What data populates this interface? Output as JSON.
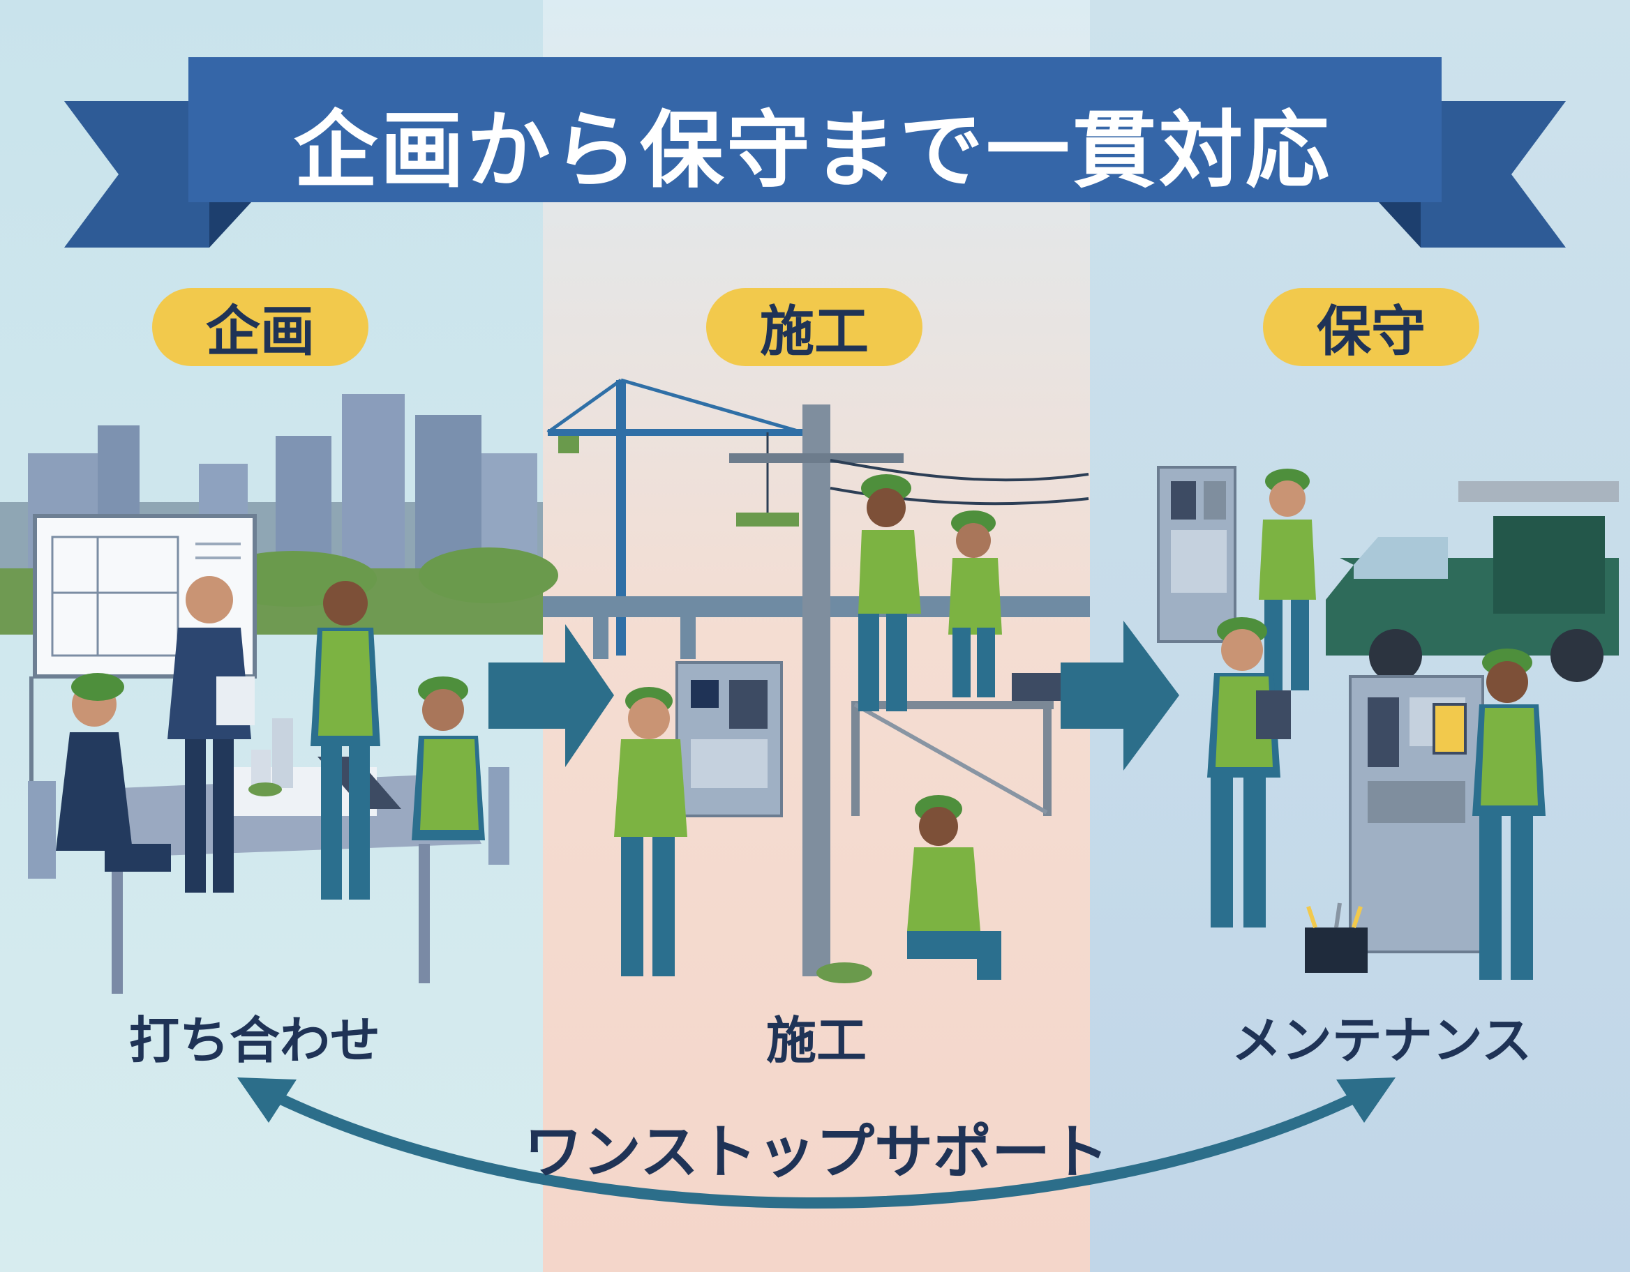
{
  "banner": {
    "title": "企画から保守まで一貫対応"
  },
  "stages": [
    {
      "badge": "企画",
      "caption": "打ち合わせ"
    },
    {
      "badge": "施工",
      "caption": "施工"
    },
    {
      "badge": "保守",
      "caption": "メンテナンス"
    }
  ],
  "cycle_label": "ワンストップサポート",
  "colors": {
    "banner": "#3566a8",
    "badge": "#f2c94c",
    "text": "#1f3356",
    "arrow": "#2c6e8a",
    "panel_left": "#cfe6ee",
    "panel_middle": "#f3d7cc",
    "panel_right": "#c7dbe9",
    "vest": "#7cb342",
    "uniform": "#2b6f8e",
    "helmet": "#4e8f3c"
  },
  "icons": [
    "city-skyline-icon",
    "floor-plan-icon",
    "crane-icon",
    "utility-pole-icon",
    "control-panel-icon",
    "service-van-icon",
    "toolbox-icon",
    "multimeter-icon",
    "laptop-icon",
    "building-model-icon"
  ]
}
